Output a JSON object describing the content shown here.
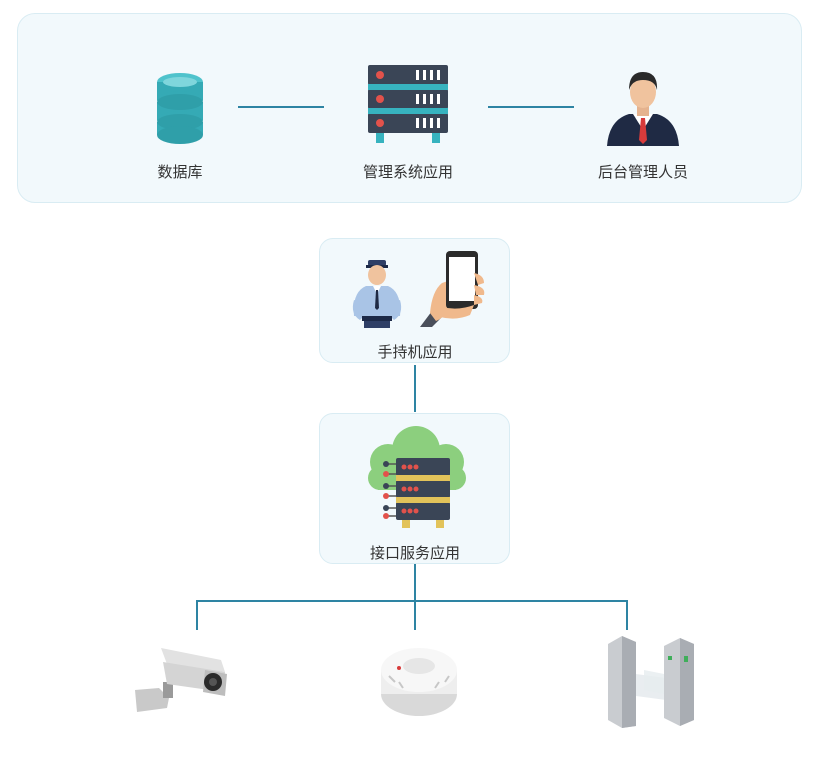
{
  "top_nodes": {
    "database": "数据库",
    "management_app": "管理系统应用",
    "admin_staff": "后台管理人员"
  },
  "handheld_app": "手持机应用",
  "interface_service": "接口服务应用",
  "colors": {
    "panel_bg": "#f2f9fc",
    "panel_border": "#d9ecf3",
    "connector": "#2e84a3",
    "server_dark": "#3a4556",
    "accent_teal": "#37b3bf",
    "cloud_green": "#8ccf7e"
  },
  "icons": [
    "database-icon",
    "server-rack-icon",
    "businessman-icon",
    "security-guard-icon",
    "phone-in-hand-icon",
    "cloud-server-icon",
    "cctv-camera-icon",
    "smoke-detector-icon",
    "turnstile-gate-icon"
  ]
}
